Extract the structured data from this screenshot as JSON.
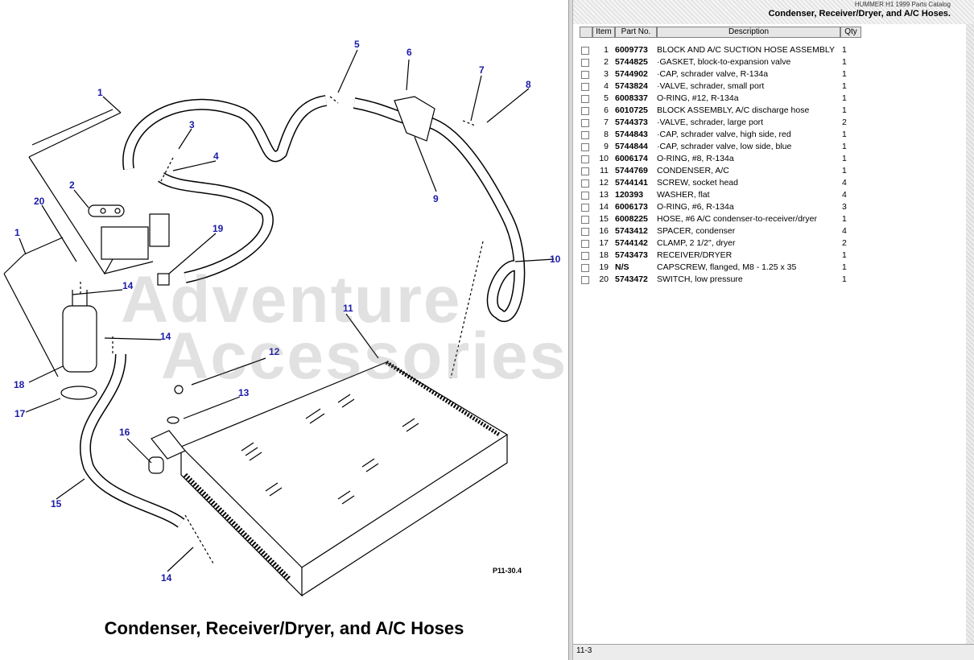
{
  "diagram": {
    "title": "Condenser, Receiver/Dryer, and A/C Hoses",
    "figure_code": "P11-30.4",
    "watermark": [
      "Adventure",
      "Accessories"
    ],
    "callouts": [
      {
        "num": "1"
      },
      {
        "num": "5"
      },
      {
        "num": "6"
      },
      {
        "num": "7"
      },
      {
        "num": "8"
      },
      {
        "num": "3"
      },
      {
        "num": "4"
      },
      {
        "num": "2"
      },
      {
        "num": "20"
      },
      {
        "num": "1"
      },
      {
        "num": "19"
      },
      {
        "num": "9"
      },
      {
        "num": "10"
      },
      {
        "num": "14"
      },
      {
        "num": "11"
      },
      {
        "num": "14"
      },
      {
        "num": "12"
      },
      {
        "num": "18"
      },
      {
        "num": "13"
      },
      {
        "num": "17"
      },
      {
        "num": "16"
      },
      {
        "num": "15"
      },
      {
        "num": "14"
      }
    ]
  },
  "catalog": {
    "subtitle": "HUMMER H1 1999 Parts Catalog",
    "title": "Condenser, Receiver/Dryer, and A/C Hoses.",
    "columns": {
      "item": "Item",
      "part": "Part No.",
      "description": "Description",
      "qty": "Qty"
    },
    "rows": [
      {
        "item": "1",
        "part": "6009773",
        "description": "BLOCK AND A/C SUCTION HOSE ASSEMBLY",
        "qty": "1"
      },
      {
        "item": "2",
        "part": "5744825",
        "description": "·GASKET, block-to-expansion valve",
        "qty": "1"
      },
      {
        "item": "3",
        "part": "5744902",
        "description": "·CAP,  schrader valve, R-134a",
        "qty": "1"
      },
      {
        "item": "4",
        "part": "5743824",
        "description": "·VALVE, schrader, small port",
        "qty": "1"
      },
      {
        "item": "5",
        "part": "6008337",
        "description": "O-RING, #12, R-134a",
        "qty": "1"
      },
      {
        "item": "6",
        "part": "6010725",
        "description": "BLOCK ASSEMBLY, A/C discharge hose",
        "qty": "1"
      },
      {
        "item": "7",
        "part": "5744373",
        "description": "·VALVE, schrader, large port",
        "qty": "2"
      },
      {
        "item": "8",
        "part": "5744843",
        "description": "·CAP, schrader valve, high side, red",
        "qty": "1"
      },
      {
        "item": "9",
        "part": "5744844",
        "description": "·CAP, schrader valve, low side, blue",
        "qty": "1"
      },
      {
        "item": "10",
        "part": "6006174",
        "description": "O-RING, #8, R-134a",
        "qty": "1"
      },
      {
        "item": "11",
        "part": "5744769",
        "description": "CONDENSER, A/C",
        "qty": "1"
      },
      {
        "item": "12",
        "part": "5744141",
        "description": "SCREW, socket head",
        "qty": "4"
      },
      {
        "item": "13",
        "part": "120393",
        "description": "WASHER, flat",
        "qty": "4"
      },
      {
        "item": "14",
        "part": "6006173",
        "description": "O-RING, #6, R-134a",
        "qty": "3"
      },
      {
        "item": "15",
        "part": "6008225",
        "description": "HOSE, #6 A/C condenser-to-receiver/dryer",
        "qty": "1"
      },
      {
        "item": "16",
        "part": "5743412",
        "description": "SPACER, condenser",
        "qty": "4"
      },
      {
        "item": "17",
        "part": "5744142",
        "description": "CLAMP,  2  1/2\", dryer",
        "qty": "2"
      },
      {
        "item": "18",
        "part": "5743473",
        "description": "RECEIVER/DRYER",
        "qty": "1"
      },
      {
        "item": "19",
        "part": "N/S",
        "description": "CAPSCREW, flanged, M8 - 1.25 x 35",
        "qty": "1"
      },
      {
        "item": "20",
        "part": "5743472",
        "description": "SWITCH, low pressure",
        "qty": "1"
      }
    ],
    "status": "11-3"
  },
  "colors": {
    "callout": "#1a1aa8",
    "watermark": "#787878"
  }
}
